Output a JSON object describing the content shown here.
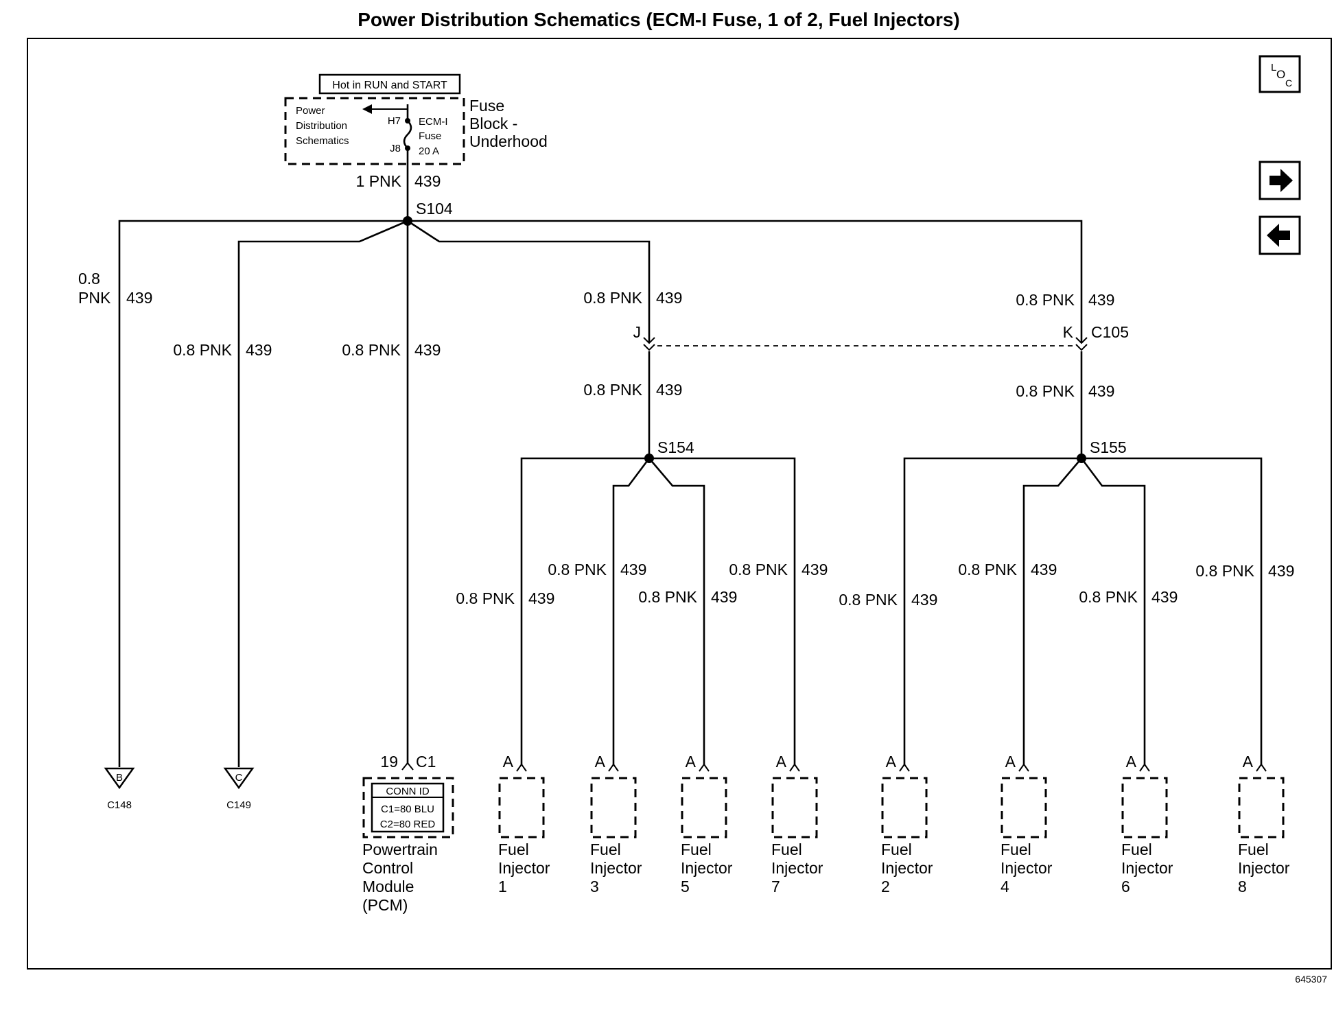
{
  "title": "Power Distribution Schematics (ECM-I Fuse, 1 of 2, Fuel Injectors)",
  "figure_id": "645307",
  "nav": {
    "loc_icon": "loc-icon",
    "next_icon": "arrow-right-icon",
    "prev_icon": "arrow-left-icon"
  },
  "fuse_block": {
    "hot_label": "Hot in RUN and START",
    "pds_line1": "Power",
    "pds_line2": "Distribution",
    "pds_line3": "Schematics",
    "pin_top": "H7",
    "pin_bottom": "J8",
    "fuse_line1": "ECM-I",
    "fuse_line2": "Fuse",
    "fuse_line3": "20 A",
    "name_line1": "Fuse",
    "name_line2": "Block -",
    "name_line3": "Underhood"
  },
  "main_wire": {
    "gauge": "1 PNK",
    "circuit": "439"
  },
  "splices": {
    "s104": "S104",
    "s154": "S154",
    "s155": "S155"
  },
  "wire": {
    "gauge": "0.8 PNK",
    "circuit": "439",
    "gauge_top": "0.8",
    "color": "PNK"
  },
  "connector_c105": {
    "name": "C105",
    "pin_left": "J",
    "pin_right": "K"
  },
  "grounds": [
    {
      "letter": "B",
      "connector": "C148"
    },
    {
      "letter": "C",
      "connector": "C149"
    }
  ],
  "pcm": {
    "pin": "19",
    "connector": "C1",
    "conn_id_title": "CONN ID",
    "conn_id_c1": "C1=80 BLU",
    "conn_id_c2": "C2=80 RED",
    "name_line1": "Powertrain",
    "name_line2": "Control",
    "name_line3": "Module",
    "name_line4": "(PCM)"
  },
  "injector_pin": "A",
  "injector_name_line1": "Fuel",
  "injector_name_line2": "Injector",
  "injectors": [
    "1",
    "3",
    "5",
    "7",
    "2",
    "4",
    "6",
    "8"
  ]
}
